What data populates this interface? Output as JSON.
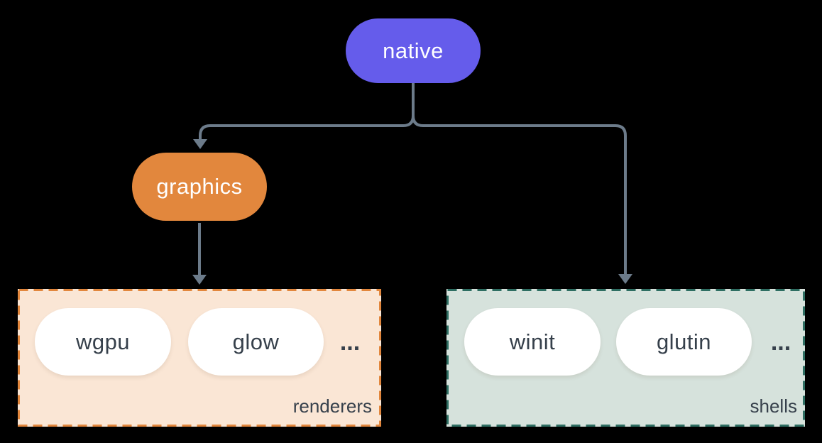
{
  "diagram": {
    "root": {
      "label": "native"
    },
    "graphics_node": {
      "label": "graphics"
    },
    "groups": {
      "renderers": {
        "label": "renderers",
        "items": [
          "wgpu",
          "glow"
        ],
        "ellipsis": "..."
      },
      "shells": {
        "label": "shells",
        "items": [
          "winit",
          "glutin"
        ],
        "ellipsis": "..."
      }
    }
  },
  "colors": {
    "background": "#000000",
    "native_fill": "#655CEB",
    "graphics_fill": "#E2873D",
    "renderers_fill": "#FAE6D5",
    "renderers_border": "#E2873D",
    "shells_fill": "#D6E2DC",
    "shells_border": "#2E6E62",
    "item_fill": "#FFFFFF",
    "dark_text": "#36404B",
    "node_text": "#FFFFFF",
    "connector": "#6C7B8A"
  }
}
